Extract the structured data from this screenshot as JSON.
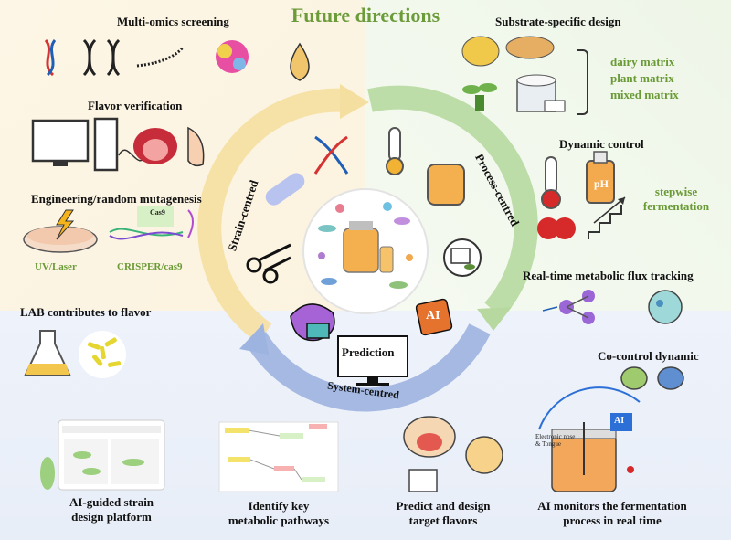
{
  "title": "Future directions",
  "strain": {
    "arc_label": "Strain-centred",
    "multi_omics": "Multi-omics screening",
    "flavor_verification": "Flavor verification",
    "engineering": "Engineering/random mutagenesis",
    "uv_laser": "UV/Laser",
    "crisper": "CRISPER/cas9",
    "cas9": "Cas9",
    "lab_flavor": "LAB contributes to flavor"
  },
  "process": {
    "arc_label": "Process-centred",
    "substrate": "Substrate-specific design",
    "matrices": [
      "dairy matrix",
      "plant matrix",
      "mixed matrix"
    ],
    "dynamic_control": "Dynamic control",
    "ph": "pH",
    "stepwise": [
      "stepwise",
      "fermentation"
    ],
    "flux_tracking": "Real-time metabolic flux tracking",
    "co_control": "Co-control dynamic"
  },
  "system": {
    "arc_label": "System-centred",
    "prediction": "Prediction",
    "ai": "AI",
    "items": [
      {
        "line1": "AI-guided strain",
        "line2": "design platform"
      },
      {
        "line1": "Identify key",
        "line2": "metabolic pathways"
      },
      {
        "line1": "Predict and design",
        "line2": "target flavors"
      },
      {
        "line1": "AI monitors the fermentation",
        "line2": "process in real time"
      }
    ],
    "monitor_ai": "AI",
    "monitor_note": [
      "Electronic nose",
      "& Tongue"
    ]
  },
  "colors": {
    "strain": "#f6d98a",
    "process": "#a9d18e",
    "system": "#9db3e0",
    "title": "#6c9b3a"
  }
}
